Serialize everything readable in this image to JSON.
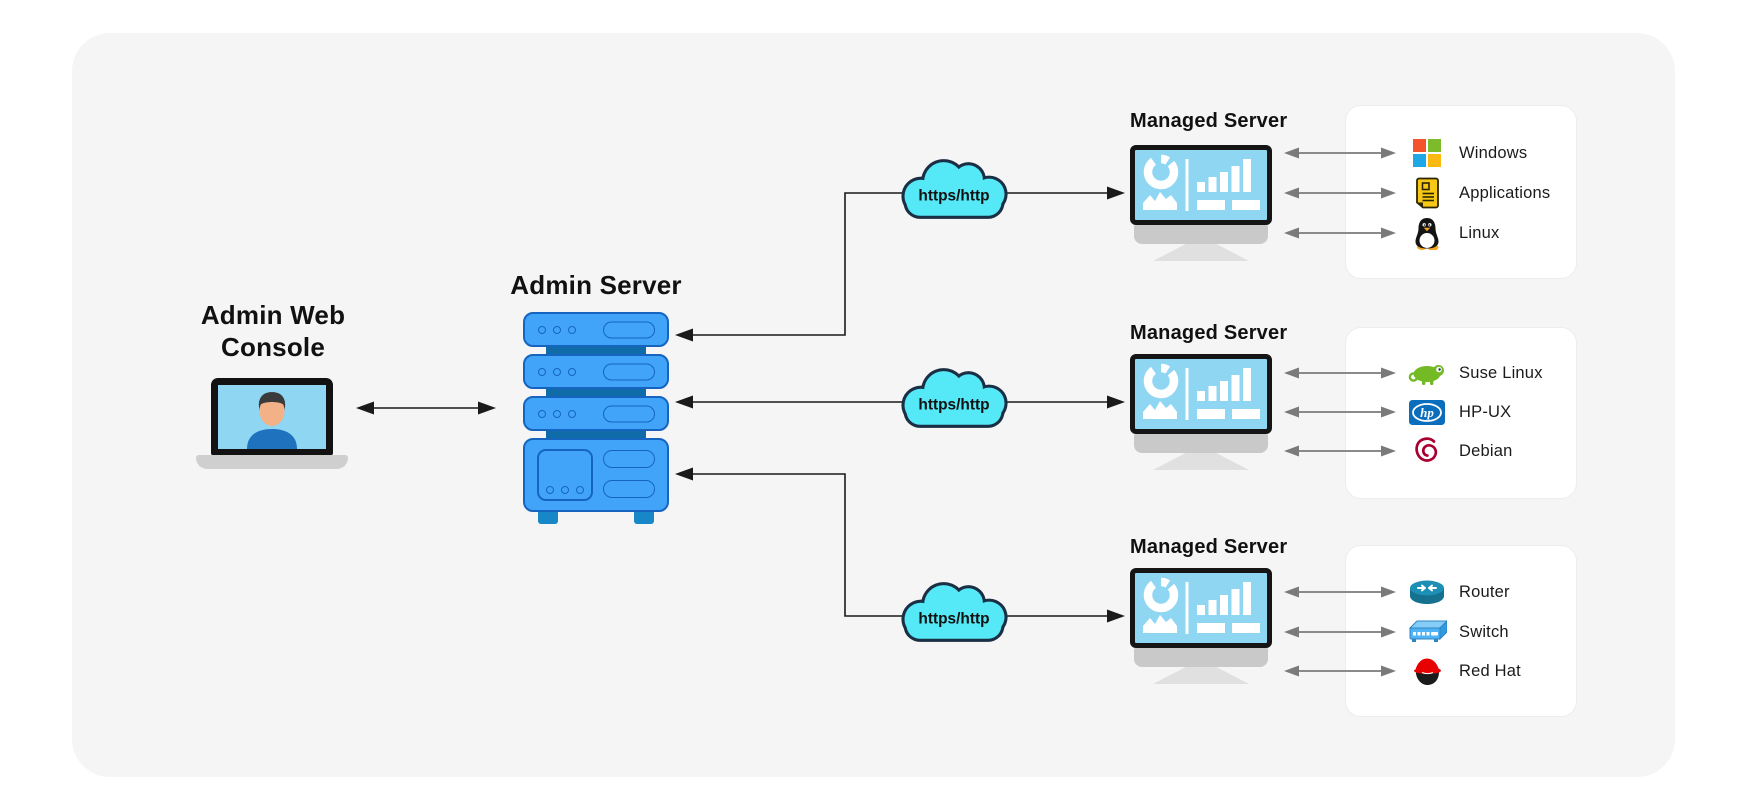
{
  "admin_web_console": {
    "label": "Admin Web Console"
  },
  "admin_server": {
    "label": "Admin Server"
  },
  "clouds": [
    {
      "label": "https/http"
    },
    {
      "label": "https/http"
    },
    {
      "label": "https/http"
    }
  ],
  "managed_server_groups": [
    {
      "label": "Managed Server",
      "items": [
        {
          "icon": "windows-icon",
          "label": "Windows"
        },
        {
          "icon": "applications-icon",
          "label": "Applications"
        },
        {
          "icon": "linux-icon",
          "label": "Linux"
        }
      ]
    },
    {
      "label": "Managed Server",
      "items": [
        {
          "icon": "suse-linux-icon",
          "label": "Suse Linux"
        },
        {
          "icon": "hp-ux-icon",
          "label": "HP-UX"
        },
        {
          "icon": "debian-icon",
          "label": "Debian"
        }
      ]
    },
    {
      "label": "Managed Server",
      "items": [
        {
          "icon": "router-icon",
          "label": "Router"
        },
        {
          "icon": "switch-icon",
          "label": "Switch"
        },
        {
          "icon": "red-hat-icon",
          "label": "Red Hat"
        }
      ]
    }
  ],
  "hp_logo_text": "hp",
  "colors": {
    "canvas_bg": "#FFFFFF",
    "panel_bg": "#F5F5F6",
    "server_fill": "#41A4F8",
    "server_border": "#1565C0",
    "server_separator": "#0F6CA8",
    "cloud_fill": "#55E9F7",
    "cloud_border": "#1A2E44",
    "monitor_screen": "#8FD6F3",
    "connector_black": "#1A1A1A",
    "connector_gray": "#7A7A7A"
  }
}
